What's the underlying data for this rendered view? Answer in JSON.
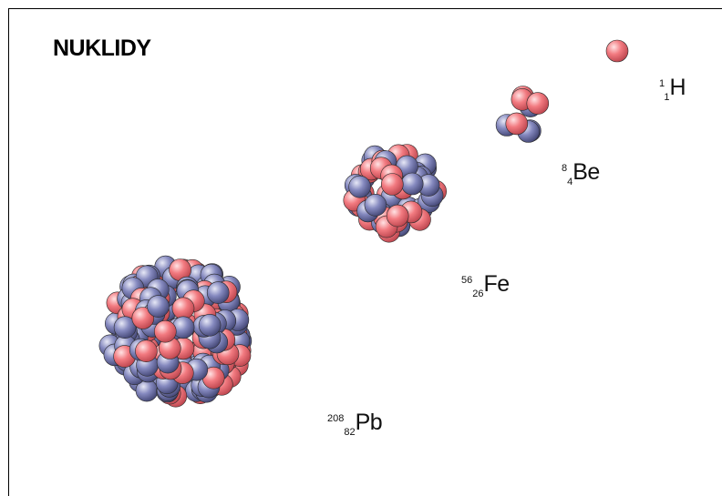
{
  "title": "NUKLIDY",
  "colors": {
    "proton": "#ef6f75",
    "neutron": "#7b7fb5",
    "background": "#ffffff"
  },
  "nuclides": [
    {
      "id": "h",
      "mass": "1",
      "atomic": "1",
      "symbol": "H",
      "protons": 1,
      "neutrons": 0
    },
    {
      "id": "be",
      "mass": "8",
      "atomic": "4",
      "symbol": "Be",
      "protons": 4,
      "neutrons": 4
    },
    {
      "id": "fe",
      "mass": "56",
      "atomic": "26",
      "symbol": "Fe",
      "protons": 26,
      "neutrons": 30
    },
    {
      "id": "pb",
      "mass": "208",
      "atomic": "82",
      "symbol": "Pb",
      "protons": 82,
      "neutrons": 126
    }
  ]
}
